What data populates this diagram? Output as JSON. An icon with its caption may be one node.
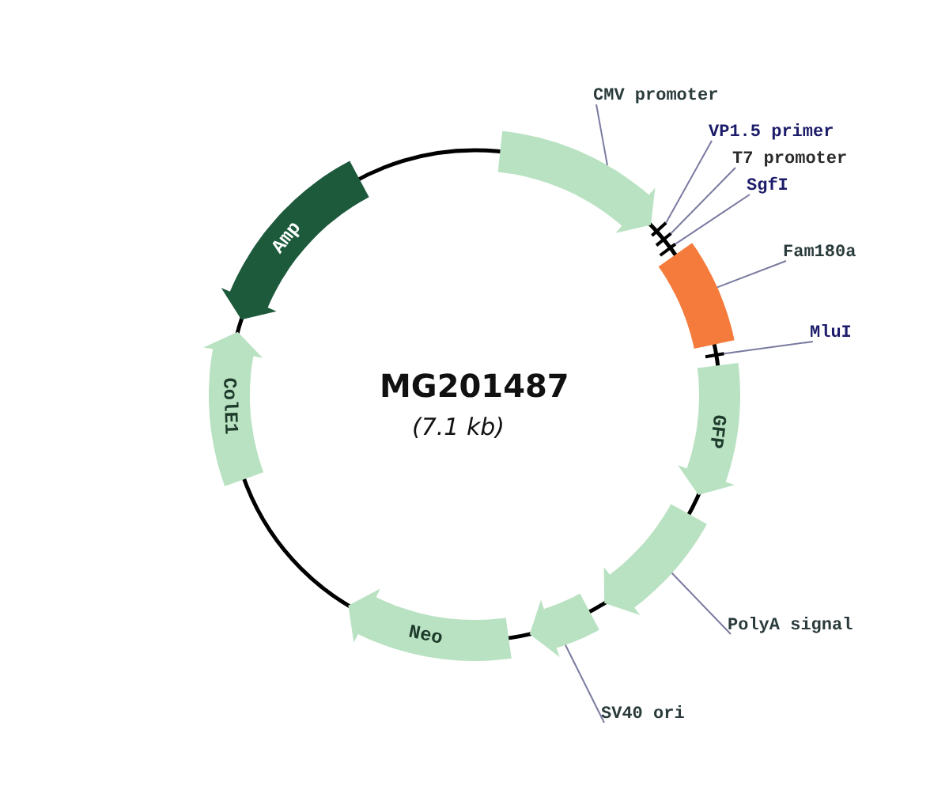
{
  "diagram": {
    "nodes": [
      {
        "text": [
          "CMV promoter"
        ]
      },
      {
        "text": [],
        "shape": "arrow"
      },
      {
        "text": [
          "VP1.5 primer"
        ]
      },
      {
        "text": [
          "T7 promoter"
        ]
      },
      {
        "text": [
          "SgfI"
        ]
      },
      {
        "text": [
          "Fam180a"
        ]
      },
      {
        "text": [],
        "shape": "bar"
      },
      {
        "text": [
          "MluI"
        ]
      },
      {
        "text": [
          "Amp"
        ]
      },
      {
        "text": [
          "ColE1"
        ]
      },
      {
        "text": [
          "GFP"
        ]
      },
      {
        "text": [],
        "shape": "arrow"
      },
      {
        "text": [
          "PolyA signal"
        ]
      },
      {
        "text": [
          "Neo"
        ]
      },
      {
        "text": [],
        "shape": "arrow"
      },
      {
        "text": [
          "SV40 ori"
        ]
      },
      {
        "text": [],
        "shape": "tick"
      },
      {
        "text": [],
        "shape": "tick"
      },
      {
        "text": [],
        "shape": "tick"
      },
      {
        "text": [],
        "shape": "tick"
      }
    ],
    "edges": [
      {
        "from": 0,
        "to": 1,
        "arrow": "none"
      },
      {
        "from": 2,
        "to": 16,
        "arrow": "none"
      },
      {
        "from": 3,
        "to": 17,
        "arrow": "none"
      },
      {
        "from": 4,
        "to": 18,
        "arrow": "none"
      },
      {
        "from": 5,
        "to": 6,
        "arrow": "none"
      },
      {
        "from": 7,
        "to": 19,
        "arrow": "none"
      },
      {
        "from": 12,
        "to": 11,
        "arrow": "none"
      },
      {
        "from": 15,
        "to": 14,
        "arrow": "none"
      }
    ],
    "labels": [
      "MG201487",
      "(7.1 kb)"
    ]
  }
}
